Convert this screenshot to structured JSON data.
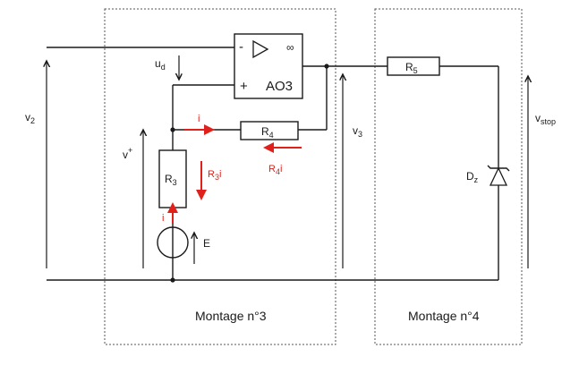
{
  "colors": {
    "wire": "#1a1a1a",
    "current": "#e0201a",
    "frame": "#555555"
  },
  "opamp": {
    "name": "AO3",
    "minus": "-",
    "plus": "+",
    "gain": "∞"
  },
  "labels": {
    "v2": {
      "main": "v",
      "sub": "2"
    },
    "vplus": {
      "main": "v",
      "sup": "+"
    },
    "ud": {
      "main": "u",
      "sub": "d"
    },
    "v3": {
      "main": "v",
      "sub": "3"
    },
    "vstop": {
      "main": "v",
      "sub": "stop"
    },
    "E": "E"
  },
  "components": {
    "r3": {
      "main": "R",
      "sub": "3"
    },
    "r4": {
      "main": "R",
      "sub": "4"
    },
    "r5": {
      "main": "R",
      "sub": "5"
    },
    "dz": {
      "main": "D",
      "sub": "z"
    }
  },
  "currents": {
    "i_r4": "i",
    "i_source": "i",
    "r3i": {
      "main": "R",
      "sub": "3",
      "suffix": "i"
    },
    "r4i": {
      "main": "R",
      "sub": "4",
      "suffix": "i"
    }
  },
  "blocks": {
    "montage3": "Montage n°3",
    "montage4": "Montage n°4"
  }
}
